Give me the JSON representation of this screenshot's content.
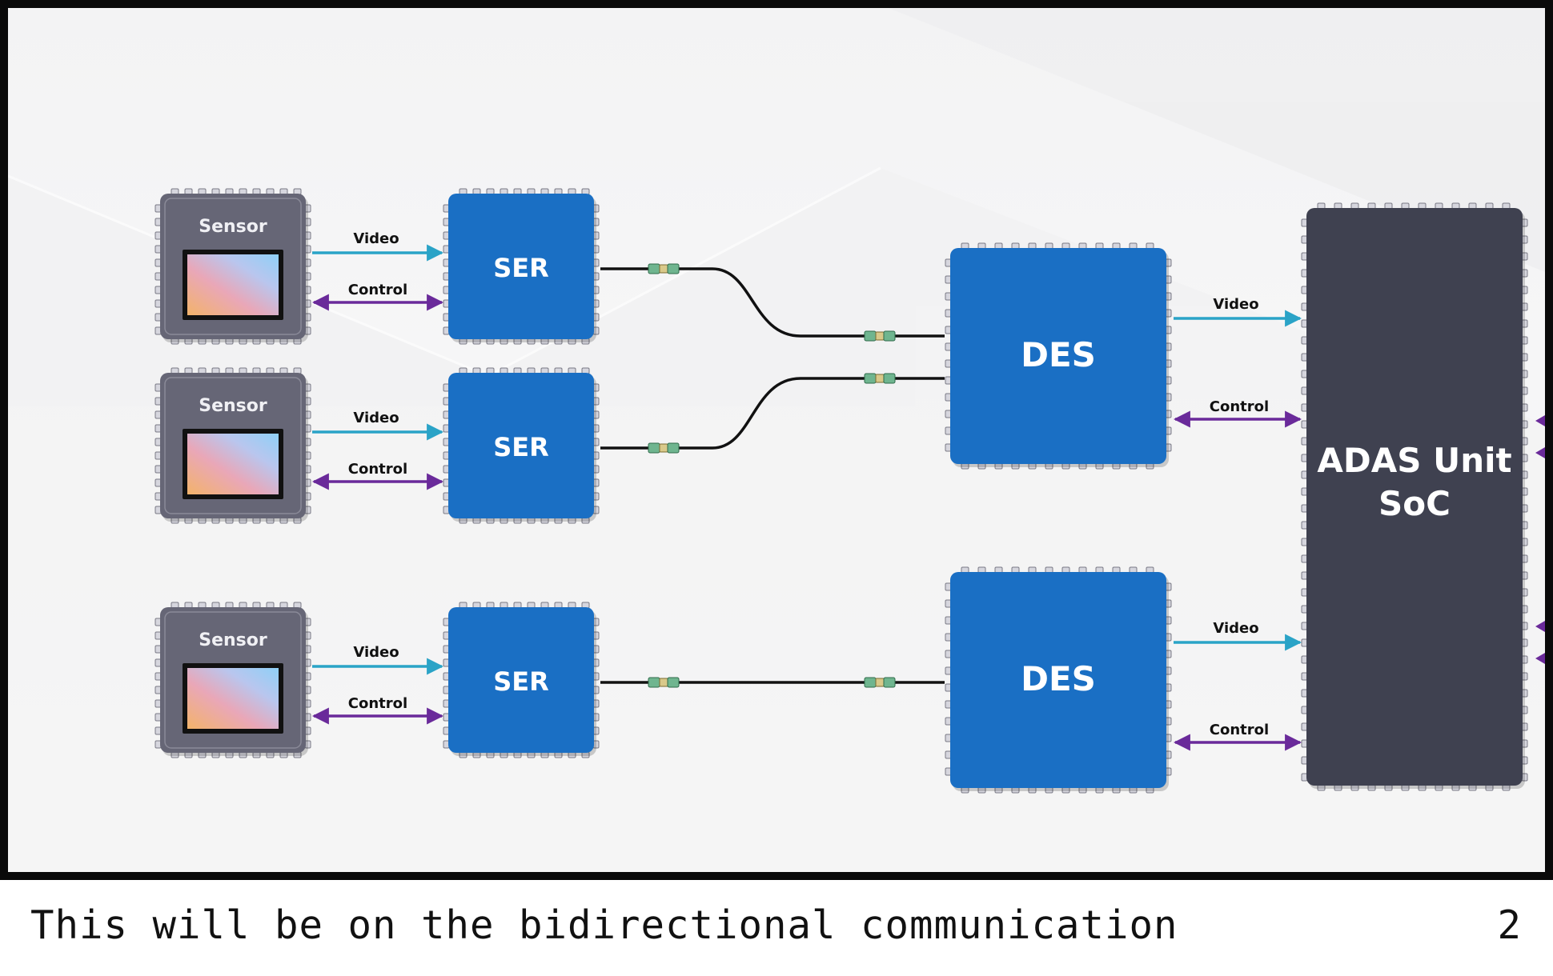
{
  "diagram": {
    "sensor_label": "Sensor",
    "ser_label": "SER",
    "des_label": "DES",
    "soc_label_line1": "ADAS Unit",
    "soc_label_line2": "SoC",
    "video_label": "Video",
    "control_label": "Control",
    "colors": {
      "chip_blue": "#1a6fc4",
      "soc_dark": "#3f4150",
      "sensor_gray": "#666676",
      "video_line": "#2aa3c7",
      "control_line": "#6a2a9a",
      "cable": "#111111"
    }
  },
  "caption": {
    "text": "This will be on the bidirectional communication",
    "page_number": "2"
  }
}
